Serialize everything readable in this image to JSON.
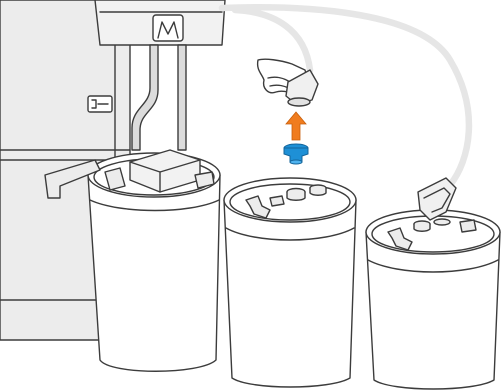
{
  "illustration": {
    "colors": {
      "outline": "#3c3c3c",
      "machine_fill": "#ececec",
      "barrel_fill": "#ffffff",
      "hose_fill": "#dcdcdc",
      "accent_arrow": "#f07c1e",
      "accent_cap": "#1e90d6"
    },
    "components": [
      "build-unit-cabinet",
      "material-cartridge-left",
      "material-cartridge-middle",
      "material-cartridge-right",
      "suction-hose",
      "hose-nozzle",
      "operator-hand",
      "up-arrow",
      "cartridge-cap"
    ],
    "action": "remove-cap-upward"
  }
}
